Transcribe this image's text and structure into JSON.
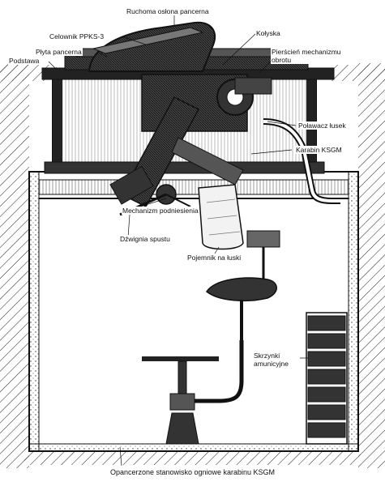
{
  "labels": {
    "ruchoma_oslona": "Ruchoma osłona pancerna",
    "celownik": "Celownik PPKS-3",
    "kolyska": "Kołyska",
    "plyta": "Płyta pancerna",
    "podstawa": "Podstawa",
    "pierscien": "Pierścień mechanizmu obrotu",
    "polawacz": "Poławacz łusek",
    "karabin": "Karabin KSGM",
    "mechanizm": "Mechanizm podniesienia",
    "dzwignia": "Dźwignia spustu",
    "pojemnik": "Pojemnik na łuski",
    "skrzynki": "Skrzynki amunicyjne"
  },
  "caption": "Opancerzone stanowisko ogniowe karabinu KSGM"
}
